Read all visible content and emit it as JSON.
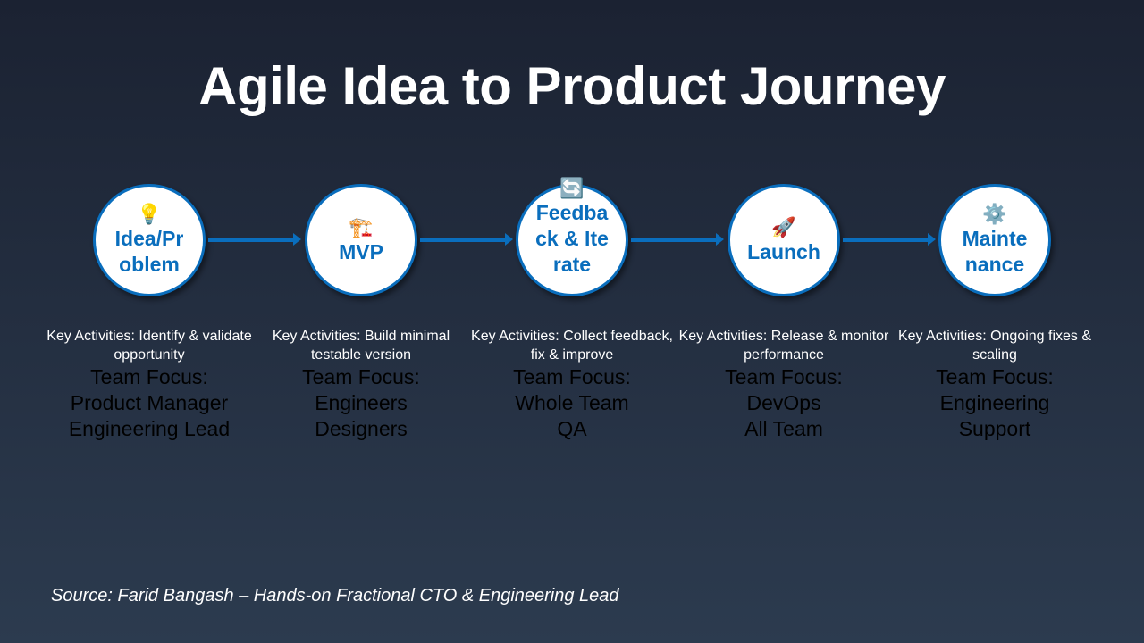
{
  "title": "Agile Idea to Product Journey",
  "steps": [
    {
      "icon": "💡",
      "label": "Idea/Problem",
      "key": "Key Activities: Identify & validate opportunity",
      "team": [
        "Team Focus:",
        "Product Manager",
        "Engineering Lead"
      ]
    },
    {
      "icon": "🏗️",
      "label": "MVP",
      "key": "Key Activities: Build minimal testable version",
      "team": [
        "Team Focus:",
        "Engineers",
        "Designers"
      ]
    },
    {
      "icon": "🔄",
      "label": "Feedback & Iterate",
      "key": "Key Activities: Collect feedback, fix & improve",
      "team": [
        "Team Focus:",
        "Whole Team",
        "QA"
      ]
    },
    {
      "icon": "🚀",
      "label": "Launch",
      "key": "Key Activities: Release & monitor performance",
      "team": [
        "Team Focus:",
        "DevOps",
        "All Team"
      ]
    },
    {
      "icon": "⚙️",
      "label": "Maintenance",
      "key": "Key Activities: Ongoing fixes & scaling",
      "team": [
        "Team Focus:",
        "Engineering",
        "Support"
      ]
    }
  ],
  "source": "Source: Farid Bangash – Hands-on Fractional CTO & Engineering Lead"
}
